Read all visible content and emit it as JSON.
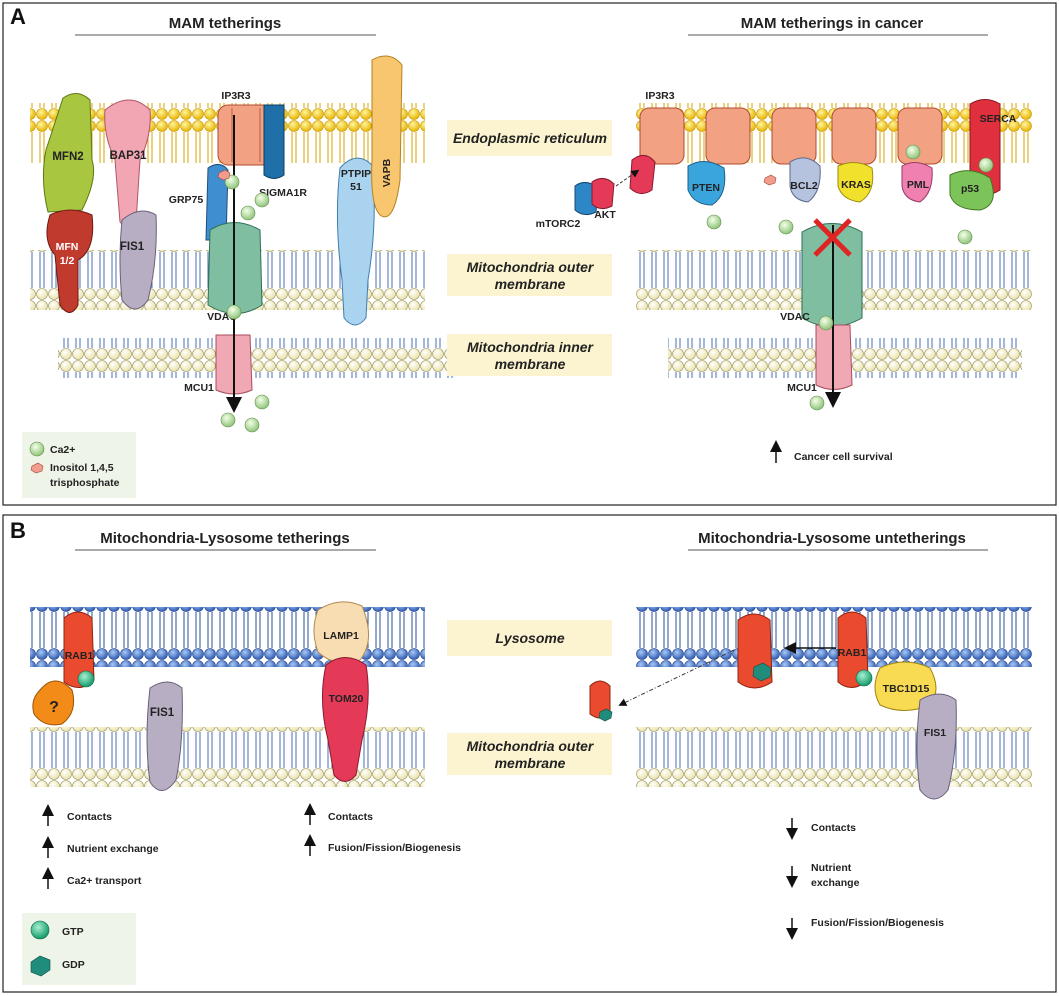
{
  "panel_a": {
    "letter": "A",
    "left_title": "MAM tetherings",
    "right_title": "MAM tetherings in cancer",
    "regions": {
      "er": "Endoplasmic reticulum",
      "mom_1": "Mitochondria outer",
      "mom_2": "membrane",
      "mim_1": "Mitochondria inner",
      "mim_2": "membrane"
    },
    "left_proteins": {
      "mfn2": "MFN2",
      "bap31": "BAP31",
      "ip3r3": "IP3R3",
      "sigma1r": "SIGMA1R",
      "grp75": "GRP75",
      "ptpip_1": "PTPIP",
      "ptpip_2": "51",
      "vapb": "VAPB",
      "mfn12_1": "MFN",
      "mfn12_2": "1/2",
      "fis1": "FIS1",
      "vdac": "VDAC",
      "mcu1": "MCU1"
    },
    "right_proteins": {
      "ip3r3": "IP3R3",
      "serca": "SERCA",
      "pten": "PTEN",
      "bcl2": "BCL2",
      "kras": "KRAS",
      "pml": "PML",
      "p53": "p53",
      "mtorc2": "mTORC2",
      "akt": "AKT",
      "vdac": "VDAC",
      "mcu1": "MCU1"
    },
    "legend": {
      "ca": "Ca2+",
      "ip3_1": "Inositol 1,4,5",
      "ip3_2": "trisphosphate"
    },
    "outcome": "Cancer cell survival"
  },
  "panel_b": {
    "letter": "B",
    "left_title": "Mitochondria-Lysosome tetherings",
    "right_title": "Mitochondria-Lysosome untetherings",
    "regions": {
      "lys": "Lysosome",
      "mom_1": "Mitochondria outer",
      "mom_2": "membrane"
    },
    "left_proteins": {
      "rab1": "RAB1",
      "unknown": "?",
      "fis1": "FIS1",
      "lamp1": "LAMP1",
      "tom20": "TOM20"
    },
    "right_proteins": {
      "rab1": "RAB1",
      "tbc1d15": "TBC1D15",
      "fis1": "FIS1"
    },
    "left_outcomes": {
      "contacts": "Contacts",
      "nutrient": "Nutrient exchange",
      "ca": "Ca2+ transport"
    },
    "mid_outcomes": {
      "contacts": "Contacts",
      "fusion": "Fusion/Fission/Biogenesis"
    },
    "right_outcomes": {
      "contacts": "Contacts",
      "nutrient_1": "Nutrient",
      "nutrient_2": "exchange",
      "fusion": "Fusion/Fission/Biogenesis"
    },
    "legend": {
      "gtp": "GTP",
      "gdp": "GDP"
    }
  }
}
